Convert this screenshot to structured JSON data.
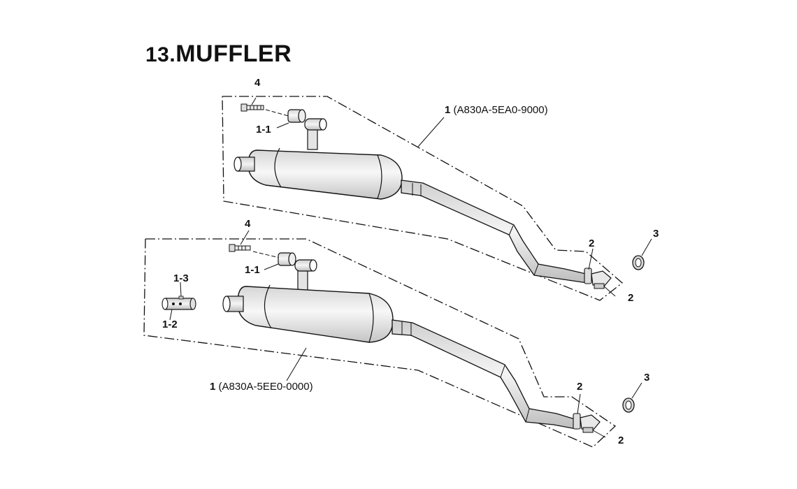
{
  "title": {
    "number": "13.",
    "name": "MUFFLER"
  },
  "upper_assembly": {
    "part_number_label": {
      "ref": "1",
      "code": "(A830A-5EA0-9000)"
    },
    "callouts": {
      "bolt": "4",
      "cap": "1-1",
      "clamp_top": "2",
      "clamp_bottom": "2",
      "gasket": "3"
    }
  },
  "lower_assembly": {
    "part_number_label": {
      "ref": "1",
      "code": "(A830A-5EE0-0000)"
    },
    "callouts": {
      "bolt": "4",
      "cap": "1-1",
      "insert_top": "1-3",
      "insert_bottom": "1-2",
      "clamp_top": "2",
      "clamp_bottom": "2",
      "gasket": "3"
    }
  },
  "colors": {
    "line": "#111111",
    "part_fill": "#ececec",
    "part_shade": "#cfcfcf"
  }
}
